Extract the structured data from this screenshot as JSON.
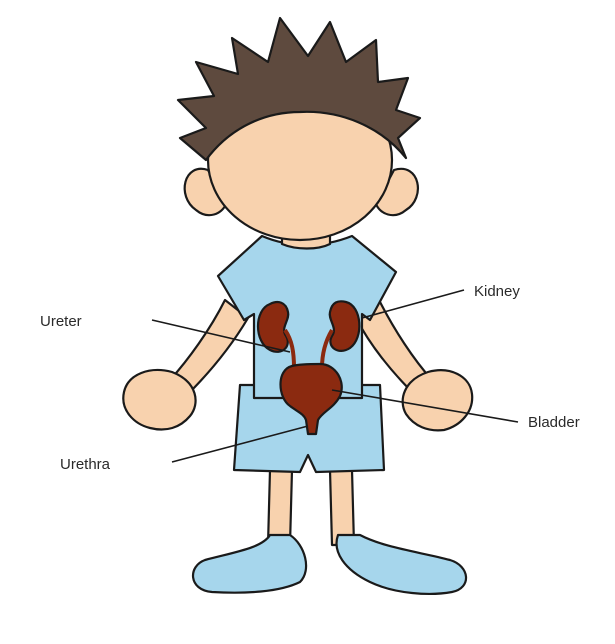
{
  "labels": {
    "kidney": "Kidney",
    "ureter": "Ureter",
    "bladder": "Bladder",
    "urethra": "Urethra"
  },
  "colors": {
    "skin": "#F8D2AE",
    "hair": "#5E4A3E",
    "clothing": "#A6D6EC",
    "organ": "#8B2A10",
    "outline": "#1A1A1A"
  }
}
